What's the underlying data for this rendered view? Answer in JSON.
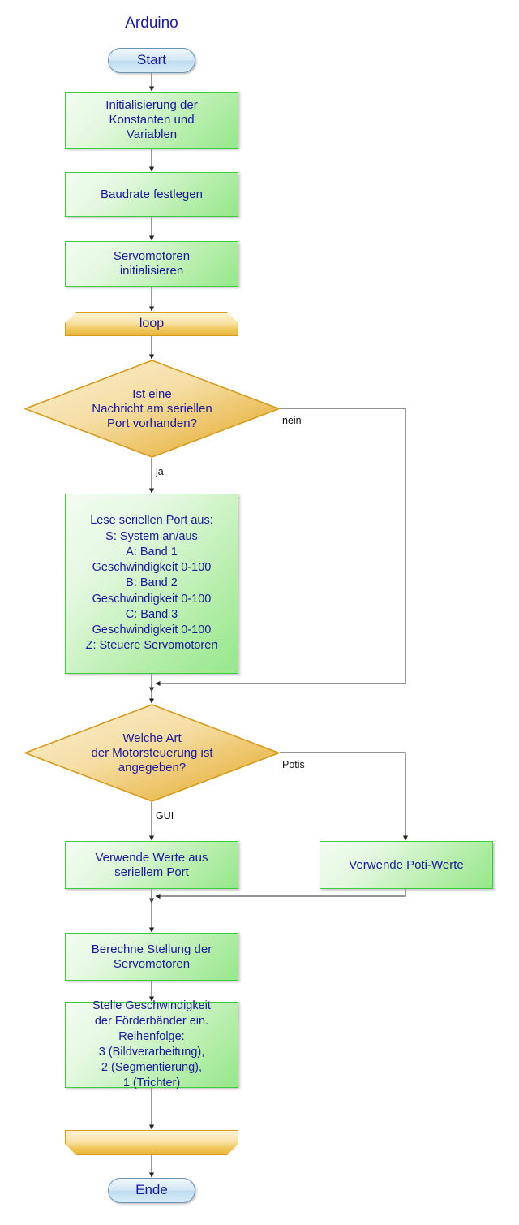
{
  "diagram": {
    "title": "Arduino",
    "type": "flowchart",
    "colors": {
      "text": "#1a1a99",
      "process_fill": "#b6eeab",
      "process_border": "#3ecb3e",
      "decision_fill": "#f0c659",
      "decision_border": "#d79b1e",
      "loop_fill": "#f0c659",
      "terminal_fill": "#d4e8f5",
      "terminal_border": "#6b93b8",
      "connector": "#444444",
      "edge_label": "#111111"
    }
  },
  "nodes": {
    "start": {
      "label": "Start",
      "shape": "terminal"
    },
    "init": {
      "label": "Initialisierung der\nKonstanten und\nVariablen",
      "shape": "process"
    },
    "baudrate": {
      "label": "Baudrate festlegen",
      "shape": "process"
    },
    "servo_init": {
      "label": "Servomotoren\ninitialisieren",
      "shape": "process"
    },
    "loop_start": {
      "label": "loop",
      "shape": "loop-start"
    },
    "decision_serial": {
      "label": "Ist eine\nNachricht am seriellen\nPort vorhanden?",
      "shape": "decision"
    },
    "read_serial": {
      "label": "Lese seriellen Port aus:\nS: System an/aus\nA: Band 1\nGeschwindigkeit 0-100\nB: Band 2\nGeschwindigkeit 0-100\nC: Band 3\nGeschwindigkeit 0-100\nZ: Steuere Servomotoren",
      "shape": "process"
    },
    "decision_control": {
      "label": "Welche Art\nder Motorsteuerung ist\nangegeben?",
      "shape": "decision"
    },
    "use_serial_values": {
      "label": "Verwende Werte aus\nseriellem Port",
      "shape": "process"
    },
    "use_poti_values": {
      "label": "Verwende Poti-Werte",
      "shape": "process"
    },
    "compute_servo": {
      "label": "Berechne Stellung der\nServomotoren",
      "shape": "process"
    },
    "set_speed": {
      "label": "Stelle Geschwindigkeit\nder Förderbänder ein.\nReihenfolge:\n3 (Bildverarbeitung),\n2 (Segmentierung),\n1 (Trichter)",
      "shape": "process"
    },
    "loop_end": {
      "label": "",
      "shape": "loop-end"
    },
    "end": {
      "label": "Ende",
      "shape": "terminal"
    }
  },
  "edge_labels": {
    "serial_no": "nein",
    "serial_yes": "ja",
    "control_potis": "Potis",
    "control_gui": "GUI"
  }
}
